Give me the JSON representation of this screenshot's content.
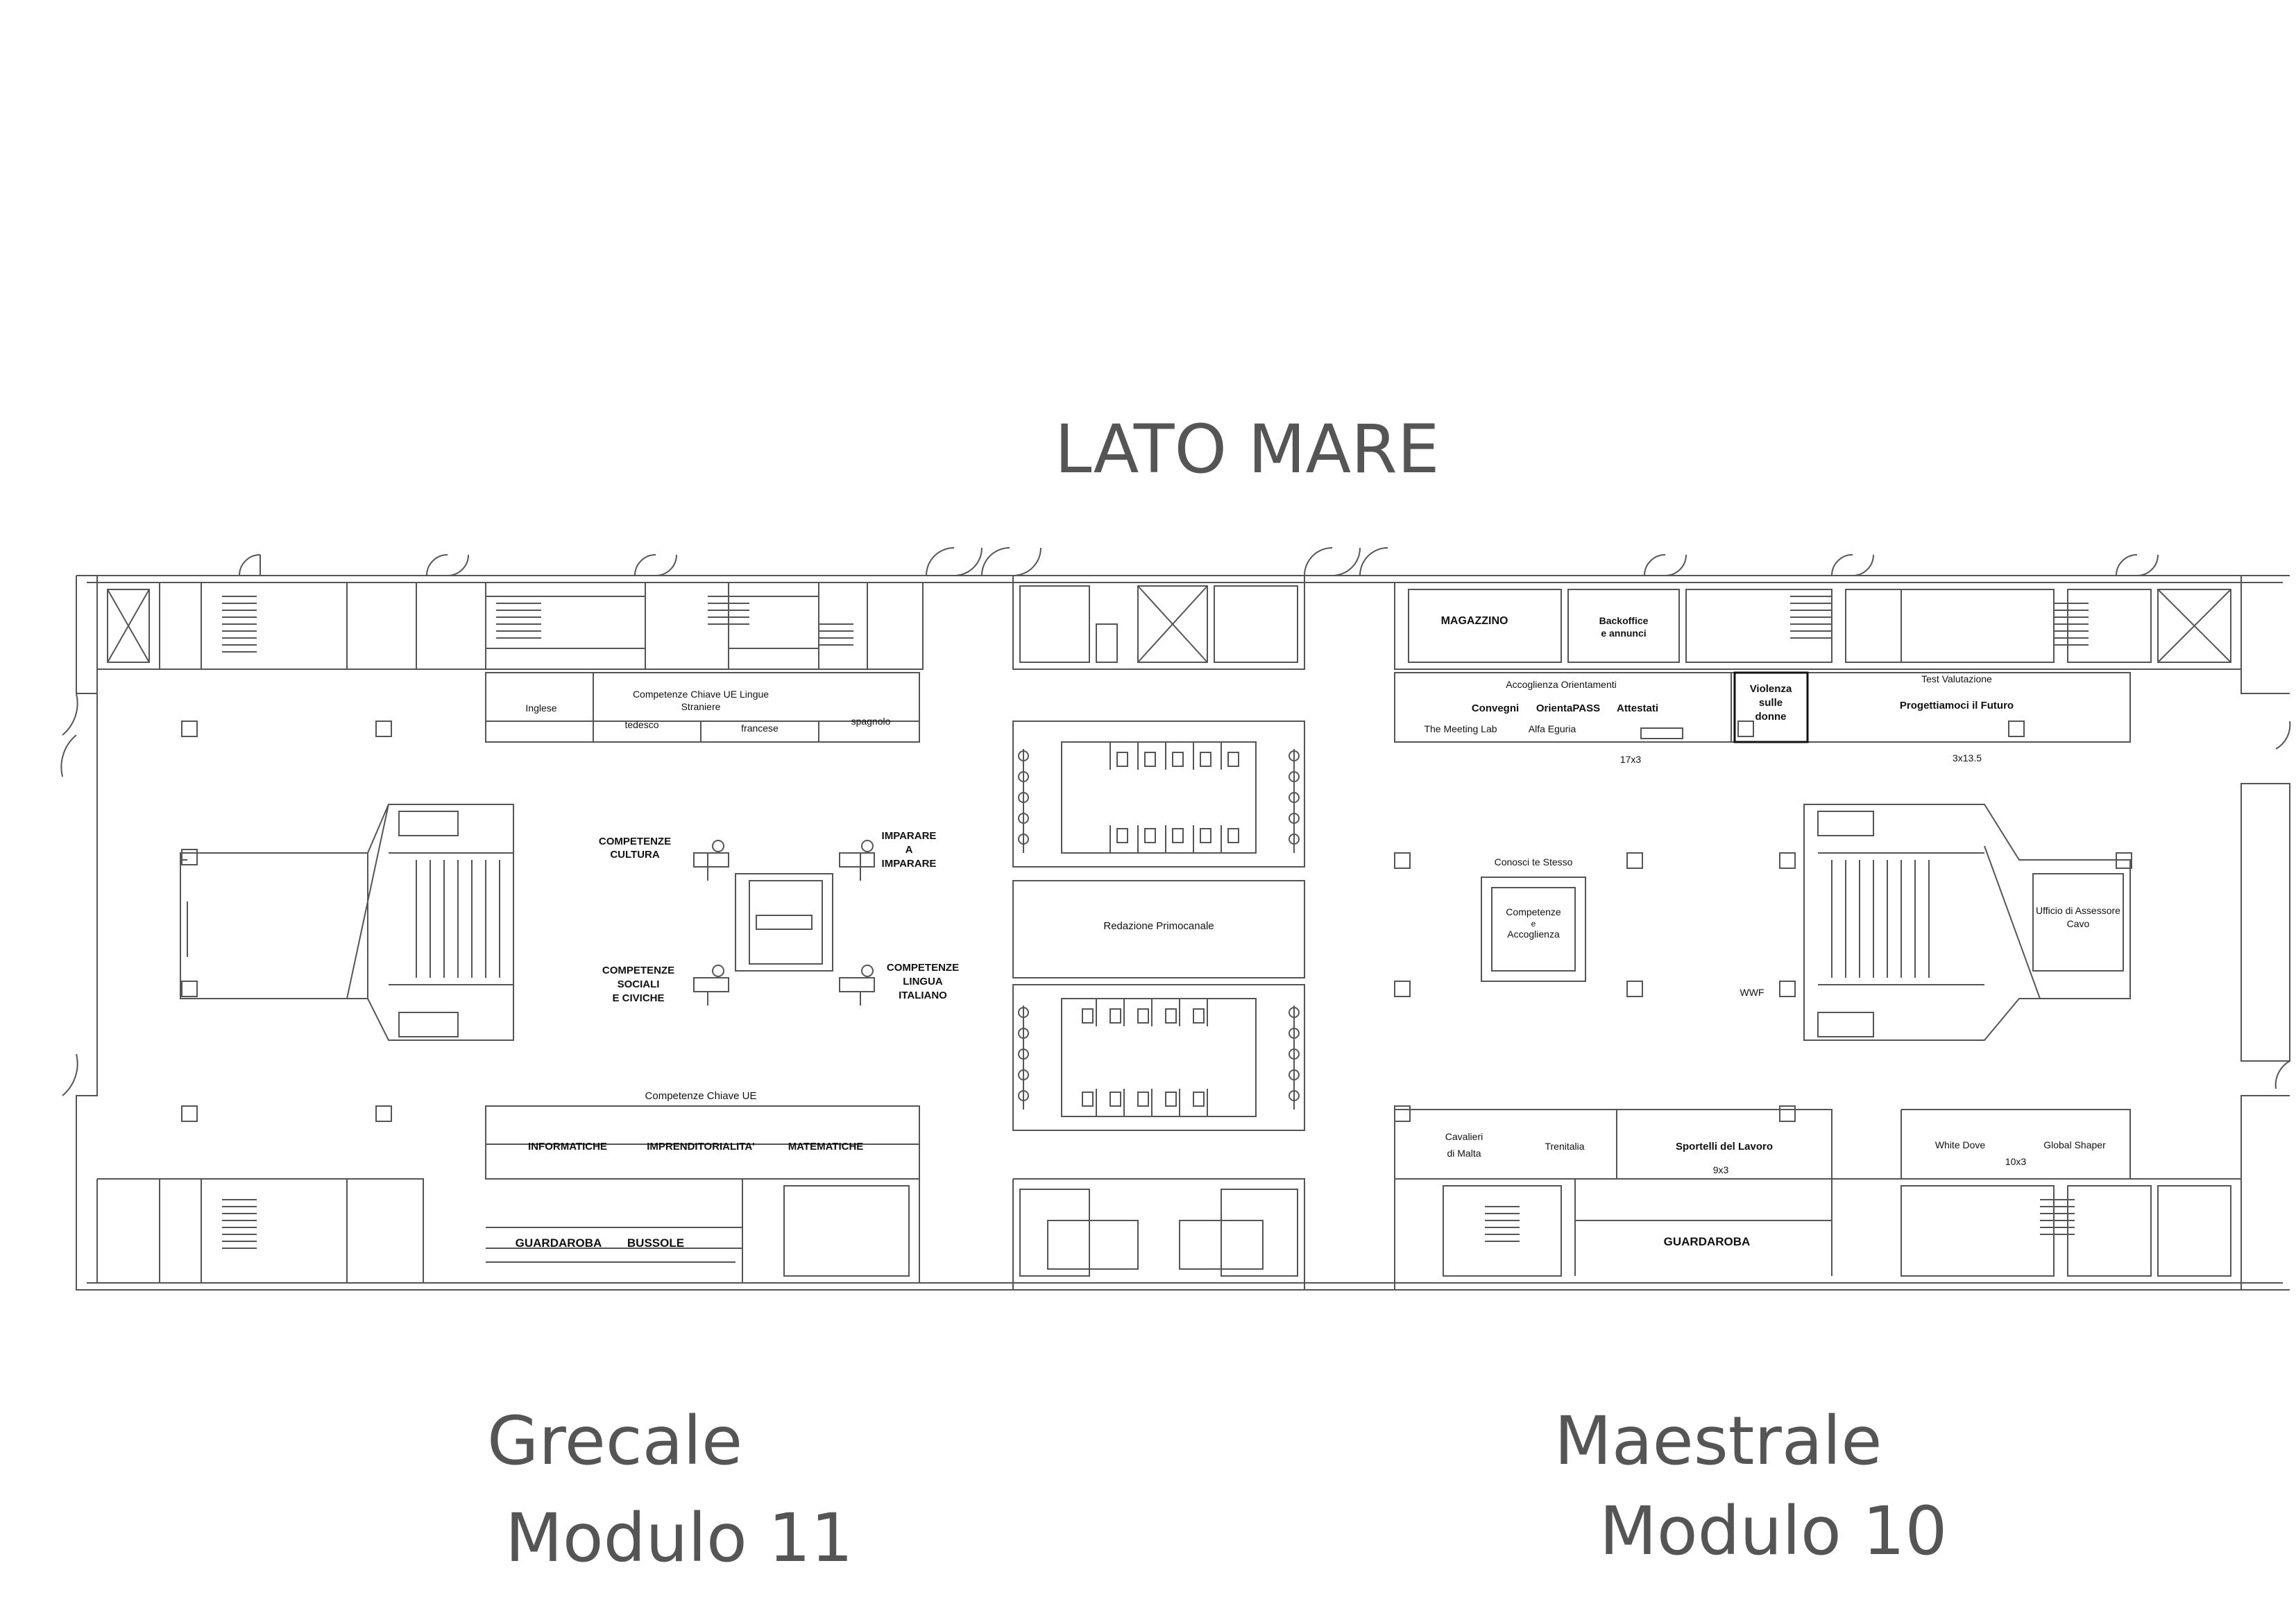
{
  "headings": {
    "lato_mare": "LATO MARE",
    "grecale": "Grecale",
    "modulo_11": "Modulo 11",
    "maestrale": "Maestrale",
    "modulo_10": "Modulo 10"
  },
  "north_left": {
    "title_line1": "Competenze Chiave UE Lingue",
    "title_line2": "Straniere",
    "inglese": "Inglese",
    "tedesco": "tedesco",
    "francese": "francese",
    "spagnolo": "spagnolo"
  },
  "hub": {
    "cultura_line1": "COMPETENZE",
    "cultura_line2": "CULTURA",
    "imparare_line1": "IMPARARE",
    "imparare_line2": "A",
    "imparare_line3": "IMPARARE",
    "sociali_line1": "COMPETENZE",
    "sociali_line2": "SOCIALI",
    "sociali_line3": "E CIVICHE",
    "lingua_line1": "COMPETENZE",
    "lingua_line2": "LINGUA",
    "lingua_line3": "ITALIANO"
  },
  "south_left": {
    "title": "Competenze Chiave UE",
    "informatiche": "INFORMATICHE",
    "imprenditorialita": "IMPRENDITORIALITA'",
    "matematiche": "MATEMATICHE",
    "guardaroba": "GUARDAROBA",
    "bussole": "BUSSOLE"
  },
  "center": {
    "redazione": "Redazione Primocanale"
  },
  "north_right": {
    "magazzino": "MAGAZZINO",
    "backoffice_line1": "Backoffice",
    "backoffice_line2": "e annunci",
    "accoglienza": "Accoglienza Orientamenti",
    "convegni": "Convegni",
    "orientapass": "OrientaPASS",
    "attestati": "Attestati",
    "meeting_lab": "The Meeting Lab",
    "alfa_eguria": "Alfa Eguria",
    "size_17x3": "17x3",
    "violenza_line1": "Violenza",
    "violenza_line2": "sulle",
    "violenza_line3": "donne",
    "test_valutazione": "Test Valutazione",
    "progettiamoci": "Progettiamoci il Futuro",
    "size_3x13": "3x13.5"
  },
  "right_hub": {
    "conosci": "Conosci te Stesso",
    "competenze": "Competenze",
    "e": "e",
    "accoglienza": "Accoglienza",
    "wwf": "WWF",
    "ufficio_line1": "Ufficio di Assessore",
    "ufficio_line2": "Cavo"
  },
  "south_right": {
    "cavalieri_line1": "Cavalieri",
    "cavalieri_line2": "di Malta",
    "trenitalia": "Trenitalia",
    "sportelli": "Sportelli del Lavoro",
    "size_9x3": "9x3",
    "guardaroba": "GUARDAROBA",
    "white_dove": "White Dove",
    "global_shaper": "Global Shaper",
    "size_10x3": "10x3"
  },
  "colors": {
    "line": "#555555",
    "text": "#111111",
    "heading": "#555555",
    "background": "#ffffff"
  }
}
